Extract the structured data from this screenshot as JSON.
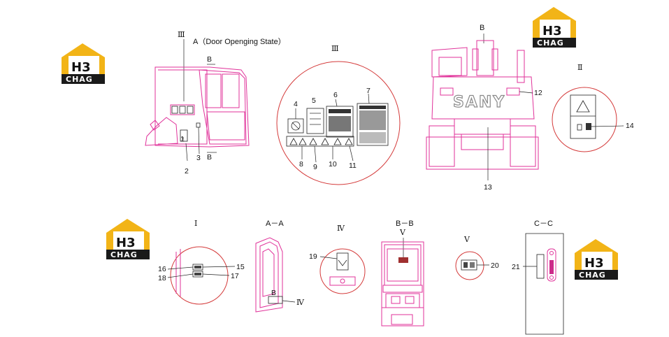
{
  "logos": [
    {
      "id": "logo-top-left",
      "top": "H3",
      "bottom": "CHAG"
    },
    {
      "id": "logo-top-right",
      "top": "H3",
      "bottom": "CHAG"
    },
    {
      "id": "logo-bottom-left",
      "top": "H3",
      "bottom": "CHAG"
    },
    {
      "id": "logo-bottom-right",
      "top": "H3",
      "bottom": "CHAG"
    }
  ],
  "views": {
    "view_a_title": "A（Door Openging State）",
    "view_a_roman": "Ⅲ",
    "view_a_section": "B",
    "view_a_section_lower": "B",
    "detail_iii_title": "Ⅲ",
    "view_b_title": "B",
    "brand": "SANY",
    "detail_ii_title": "Ⅱ",
    "detail_i_title": "Ⅰ",
    "section_aa_title": "A－A",
    "section_aa_ref": "Ⅳ",
    "section_aa_small": "B",
    "detail_iv_title": "Ⅳ",
    "section_bb_title": "B－B",
    "section_bb_ref": "Ⅴ",
    "detail_v_title": "Ⅴ",
    "section_cc_title": "C－C"
  },
  "callouts": {
    "n1": "1",
    "n2": "2",
    "n3": "3",
    "n4": "4",
    "n5": "5",
    "n6": "6",
    "n7": "7",
    "n8": "8",
    "n9": "9",
    "n10": "10",
    "n11": "11",
    "n12": "12",
    "n13": "13",
    "n14": "14",
    "n15": "15",
    "n16": "16",
    "n17": "17",
    "n18": "18",
    "n19": "19",
    "n20": "20",
    "n21": "21"
  },
  "colors": {
    "drawing_line": "#e0329a",
    "detail_circle": "#d43a3a",
    "logo_gold": "#f2b417",
    "logo_dark": "#1a1a1a"
  }
}
